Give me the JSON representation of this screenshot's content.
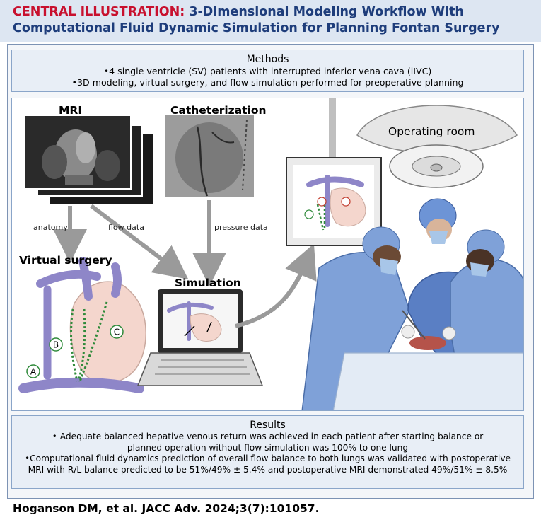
{
  "header": {
    "lead": "CENTRAL ILLUSTRATION:",
    "title_line1": "3-Dimensional Modeling Workflow With",
    "title_line2": "Computational Fluid Dynamic Simulation for Planning Fontan Surgery"
  },
  "methods": {
    "title": "Methods",
    "bullets": [
      "•4 single ventricle (SV) patients with interrupted inferior vena cava (iIVC)",
      "•3D modeling, virtual surgery, and flow simulation performed for preoperative planning"
    ]
  },
  "workflow": {
    "mri_label": "MRI",
    "cath_label": "Catheterization",
    "or_label": "Operating room",
    "virtual_surgery_label": "Virtual surgery",
    "simulation_label": "Simulation",
    "arrow_anatomy": "anatomy",
    "arrow_flow": "flow data",
    "arrow_pressure": "pressure data",
    "markers": [
      "A",
      "B",
      "C"
    ]
  },
  "results": {
    "title": "Results",
    "lines": [
      "• Adequate balanced hepative venous return was achieved in each patient after starting balance or",
      "planned operation without flow simulation was 100% to one lung",
      "•Computational fluid dynamics prediction of overall flow balance to both lungs was validated with postoperative",
      "MRI with R/L balance predicted to be 51%/49% ± 5.4% and postoperative MRI demonstrated 49%/51% ± 8.5%"
    ]
  },
  "citation": "Hoganson DM, et al. JACC Adv. 2024;3(7):101057.",
  "colors": {
    "banner_bg": "#dde6f2",
    "lead_red": "#c8102e",
    "title_blue": "#1e3d7b",
    "box_bg": "#e8eef6",
    "box_border": "#8aa5c9",
    "arrow_gray": "#9a9a9a",
    "vessel_purple": "#8e86c8",
    "heart_pink": "#f4d6cd",
    "marker_green": "#2f8a3a",
    "marker_red": "#c0392b",
    "scrubs_blue": "#7fa1d8"
  }
}
